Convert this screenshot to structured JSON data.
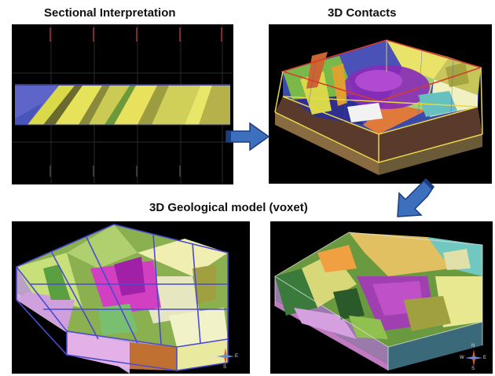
{
  "titles": {
    "sectional": "Sectional Interpretation",
    "contacts": "3D Contacts",
    "model": "3D Geological model (voxet)"
  },
  "compass": {
    "north": "N",
    "south": "S",
    "east": "E",
    "west": "W"
  },
  "colors": {
    "panel_background": "#000000",
    "arrow_fill": "#3d6fbf",
    "arrow_stroke": "#1c3d80",
    "frame_yellow": "#e8d84a",
    "frame_red": "#d63a2a",
    "grid_blue": "#4b4bd0"
  }
}
